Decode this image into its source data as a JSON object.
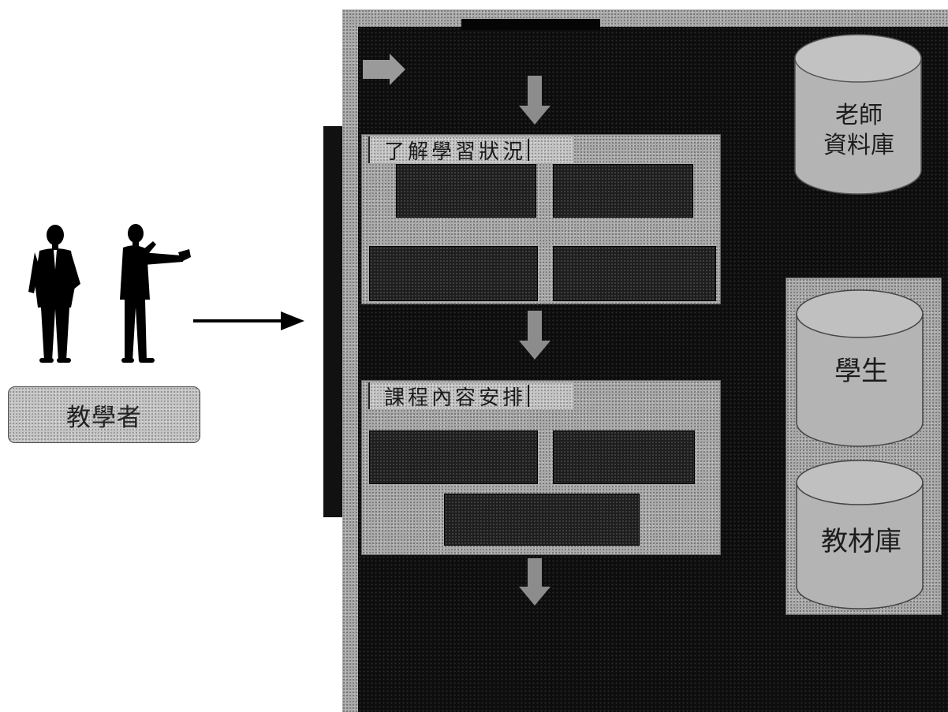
{
  "actor": {
    "label": "教學者",
    "figure_icons": [
      "businessman-standing-icon",
      "businessman-presenting-icon"
    ]
  },
  "flow": {
    "group_1": {
      "title": "了解學習狀況",
      "blocks": 4
    },
    "group_2": {
      "title": "課程內容安排",
      "blocks": 3
    }
  },
  "databases": {
    "teacher": {
      "line1": "老師",
      "line2": "資料庫"
    },
    "student": {
      "label": "學生"
    },
    "materials": {
      "label": "教材庫"
    }
  },
  "colors": {
    "panel_dark": "#0d0d0d",
    "panel_grey": "#a9a9a9",
    "block_dark": "#1e1e1e",
    "arrow": "#000000"
  }
}
